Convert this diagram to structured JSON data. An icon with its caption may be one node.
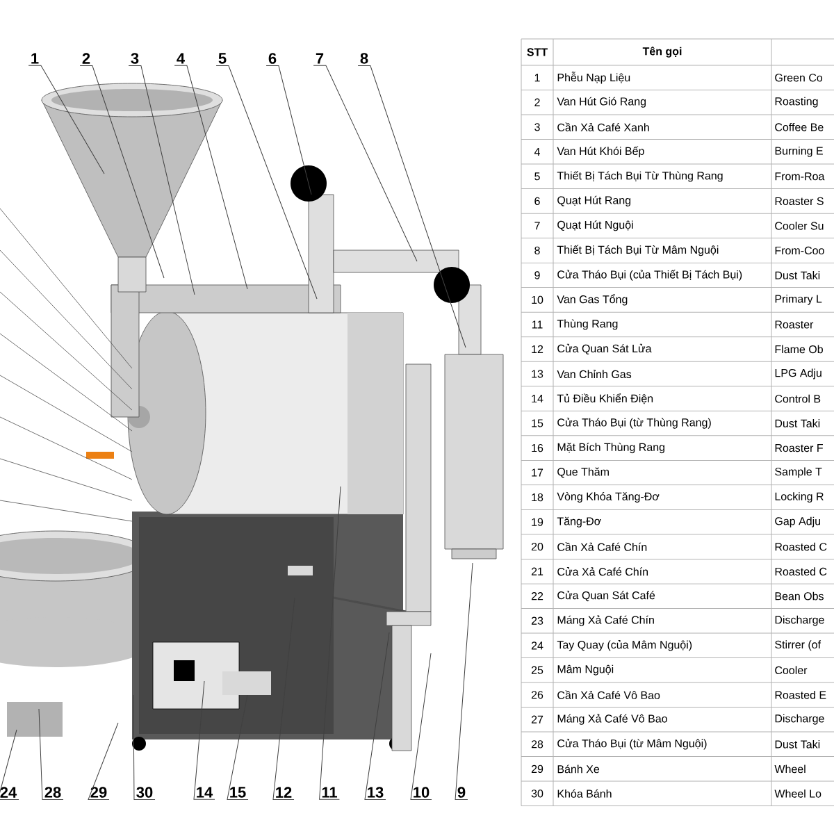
{
  "diagram": {
    "nodes": [
      {
        "text": [
          "1"
        ]
      },
      {
        "text": [
          "2"
        ]
      },
      {
        "text": [
          "3"
        ]
      },
      {
        "text": [
          "4"
        ]
      },
      {
        "text": [
          "5"
        ]
      },
      {
        "text": [
          "6"
        ]
      },
      {
        "text": [
          "7"
        ]
      },
      {
        "text": [
          "8"
        ]
      },
      {
        "text": [
          "24"
        ]
      },
      {
        "text": [
          "28"
        ]
      },
      {
        "text": [
          "29"
        ]
      },
      {
        "text": [
          "30"
        ]
      },
      {
        "text": [
          "14"
        ]
      },
      {
        "text": [
          "15"
        ]
      },
      {
        "text": [
          "12"
        ]
      },
      {
        "text": [
          "11"
        ]
      },
      {
        "text": [
          "13"
        ]
      },
      {
        "text": [
          "10"
        ]
      },
      {
        "text": [
          "9"
        ]
      }
    ],
    "edges": [
      {
        "from": 0,
        "to": null,
        "arrow": "none"
      },
      {
        "from": 1,
        "to": null,
        "arrow": "none"
      },
      {
        "from": 2,
        "to": null,
        "arrow": "none"
      },
      {
        "from": 3,
        "to": null,
        "arrow": "none"
      },
      {
        "from": 4,
        "to": null,
        "arrow": "none"
      },
      {
        "from": 5,
        "to": null,
        "arrow": "none"
      },
      {
        "from": 6,
        "to": null,
        "arrow": "none"
      },
      {
        "from": 7,
        "to": null,
        "arrow": "none"
      },
      {
        "from": 8,
        "to": null,
        "arrow": "none"
      },
      {
        "from": 9,
        "to": null,
        "arrow": "none"
      },
      {
        "from": 10,
        "to": null,
        "arrow": "none"
      },
      {
        "from": 11,
        "to": null,
        "arrow": "none"
      },
      {
        "from": 12,
        "to": null,
        "arrow": "none"
      },
      {
        "from": 13,
        "to": null,
        "arrow": "none"
      },
      {
        "from": 14,
        "to": null,
        "arrow": "none"
      },
      {
        "from": 15,
        "to": null,
        "arrow": "none"
      },
      {
        "from": 16,
        "to": null,
        "arrow": "none"
      },
      {
        "from": 17,
        "to": null,
        "arrow": "none"
      },
      {
        "from": 18,
        "to": null,
        "arrow": "none"
      }
    ],
    "labels": [
      "STT",
      "Tên gọi",
      "1",
      "Phễu Nạp Liệu",
      "Green Co",
      "2",
      "Van Hút Gió Rang",
      "Roasting",
      "3",
      "Cần Xả Café Xanh",
      "Coffee Be",
      "4",
      "Van Hút Khói Bếp",
      "Burning E",
      "5",
      "Thiết Bị Tách Bụi Từ Thùng Rang",
      "From-Roa",
      "6",
      "Quạt Hút Rang",
      "Roaster S",
      "7",
      "Quạt Hút Nguội",
      "Cooler Su",
      "8",
      "Thiết Bị Tách Bụi Từ Mâm Nguội",
      "From-Coo",
      "9",
      "Cửa Tháo Bụi (của Thiết Bị Tách Bụi)",
      "Dust Taki",
      "10",
      "Van Gas Tổng",
      "Primary L",
      "11",
      "Thùng Rang",
      "Roaster",
      "12",
      "Cửa Quan Sát Lửa",
      "Flame Ob",
      "13",
      "Van Chỉnh Gas",
      "LPG Adju",
      "14",
      "Tủ Điều Khiển Điện",
      "Control B",
      "15",
      "Cửa Tháo Bụi (từ Thùng Rang)",
      "Dust Taki",
      "16",
      "Mặt Bích Thùng Rang",
      "Roaster F",
      "17",
      "Que Thăm",
      "Sample T",
      "18",
      "Vòng Khóa Tăng-Đơ",
      "Locking R",
      "19",
      "Tăng-Đơ",
      "Gap Adju",
      "20",
      "Cần Xả Café Chín",
      "Roasted C",
      "21",
      "Cửa Xả Café Chín",
      "Roasted C",
      "22",
      "Cửa Quan Sát Café",
      "Bean Obs",
      "23",
      "Máng Xả Café Chín",
      "Discharge",
      "24",
      "Tay Quay (của Mâm Nguội)",
      "Stirrer (of",
      "25",
      "Mâm Nguội",
      "Cooler",
      "26",
      "Cần Xả Café Vô Bao",
      "Roasted E",
      "27",
      "Máng Xả Café Vô Bao",
      "Discharge",
      "28",
      "Cửa Tháo Bụi (từ Mâm Nguội)",
      "Dust Taki",
      "29",
      "Bánh Xe",
      "Wheel",
      "30",
      "Khóa Bánh",
      "Wheel Lo"
    ]
  }
}
